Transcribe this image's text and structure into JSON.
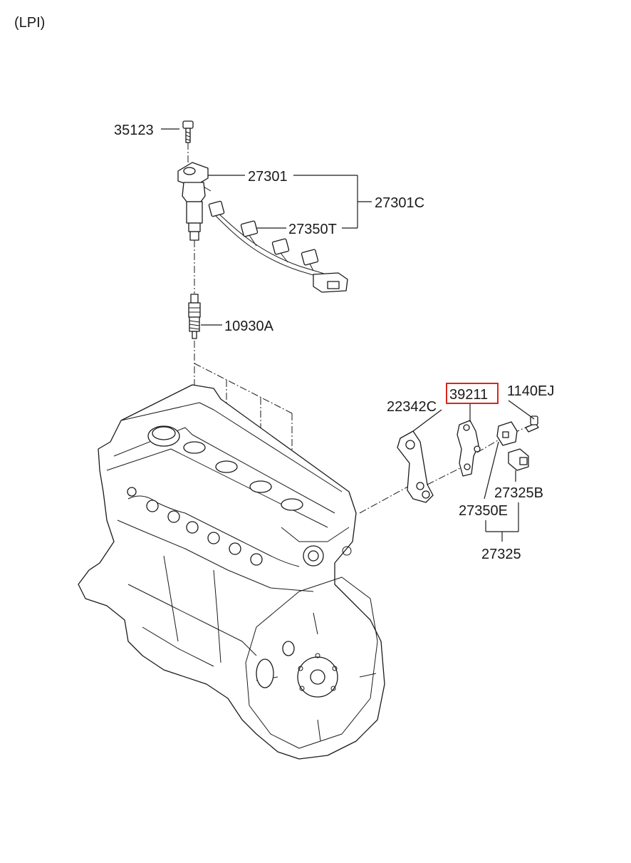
{
  "header": {
    "variant": "(LPI)"
  },
  "highlight_color": "#d9261c",
  "parts": {
    "p35123": "35123",
    "p27301": "27301",
    "p27301C": "27301C",
    "p27350T": "27350T",
    "p10930A": "10930A",
    "p22342C": "22342C",
    "p39211": "39211",
    "p1140EJ": "1140EJ",
    "p27325B": "27325B",
    "p27350E": "27350E",
    "p27325": "27325"
  },
  "highlighted_part": "39211"
}
